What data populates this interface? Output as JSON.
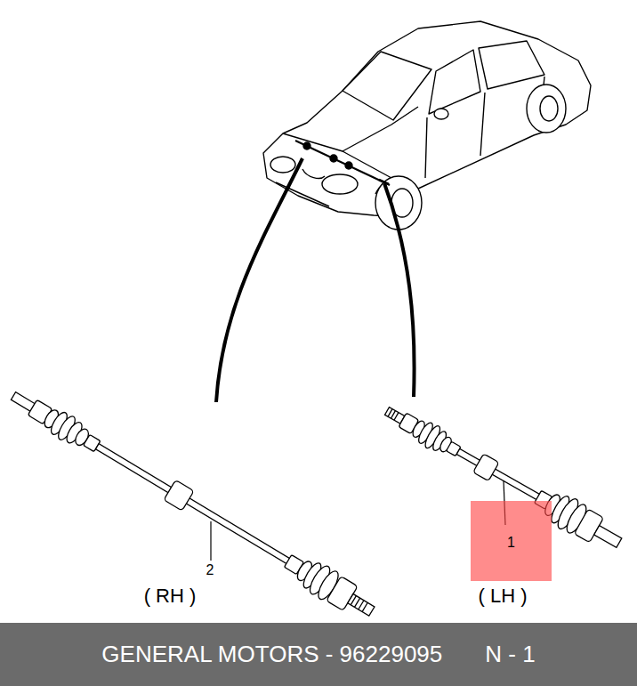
{
  "diagram": {
    "nodes": [
      {
        "text": [
          "1"
        ]
      },
      {
        "text": [
          "GENERAL MOTORS - 96229095",
          "N - 1"
        ]
      }
    ],
    "labels": [
      "2",
      "( RH )",
      "( LH )"
    ]
  }
}
